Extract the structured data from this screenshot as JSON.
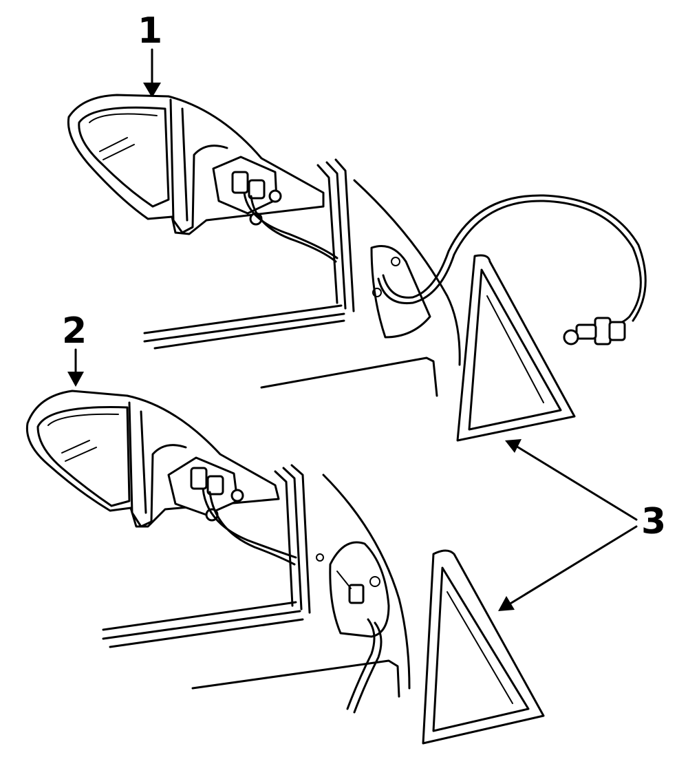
{
  "callouts": [
    {
      "number": "1",
      "part": "outside-mirror-upper"
    },
    {
      "number": "2",
      "part": "outside-mirror-lower"
    },
    {
      "number": "3",
      "part": "window-glass"
    }
  ],
  "colors": {
    "ink": "#000000",
    "background": "#ffffff"
  }
}
